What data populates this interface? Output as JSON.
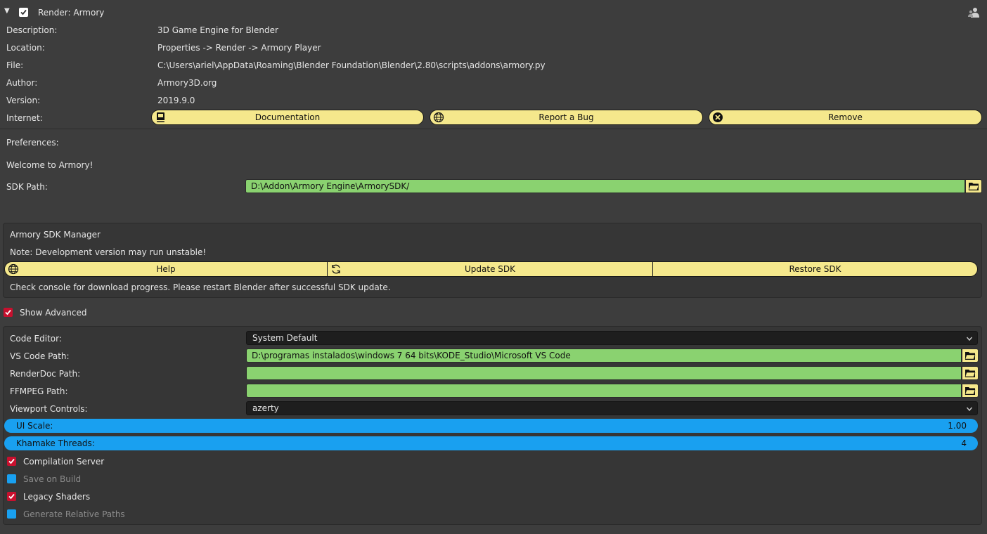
{
  "addon": {
    "title": "Render: Armory",
    "description_label": "Description:",
    "description": "3D Game Engine for Blender",
    "location_label": "Location:",
    "location": "Properties -> Render -> Armory Player",
    "file_label": "File:",
    "file": "C:\\Users\\ariel\\AppData\\Roaming\\Blender Foundation\\Blender\\2.80\\scripts\\addons\\armory.py",
    "author_label": "Author:",
    "author": "Armory3D.org",
    "version_label": "Version:",
    "version": "2019.9.0",
    "internet_label": "Internet:",
    "buttons": {
      "documentation": "Documentation",
      "report_bug": "Report a Bug",
      "remove": "Remove"
    }
  },
  "preferences": {
    "label": "Preferences:",
    "welcome": "Welcome to Armory!",
    "sdk_path_label": "SDK Path:",
    "sdk_path": "D:\\Addon\\Armory Engine\\ArmorySDK/"
  },
  "sdk_manager": {
    "title": "Armory SDK Manager",
    "note": "Note: Development version may run unstable!",
    "help": "Help",
    "update": "Update SDK",
    "restore": "Restore SDK",
    "footer": "Check console for download progress. Please restart Blender after successful SDK update."
  },
  "advanced": {
    "show_label": "Show Advanced",
    "code_editor_label": "Code Editor:",
    "code_editor": "System Default",
    "vscode_label": "VS Code Path:",
    "vscode_path": "D:\\programas instalados\\windows 7 64 bits\\KODE_Studio\\Microsoft VS Code",
    "renderdoc_label": "RenderDoc Path:",
    "renderdoc_path": "",
    "ffmpeg_label": "FFMPEG Path:",
    "ffmpeg_path": "",
    "viewport_label": "Viewport Controls:",
    "viewport": "azerty",
    "ui_scale_label": "UI Scale:",
    "ui_scale": "1.00",
    "threads_label": "Khamake Threads:",
    "threads": "4",
    "compilation_server": "Compilation Server",
    "save_on_build": "Save on Build",
    "legacy_shaders": "Legacy Shaders",
    "relative_paths": "Generate Relative Paths"
  }
}
